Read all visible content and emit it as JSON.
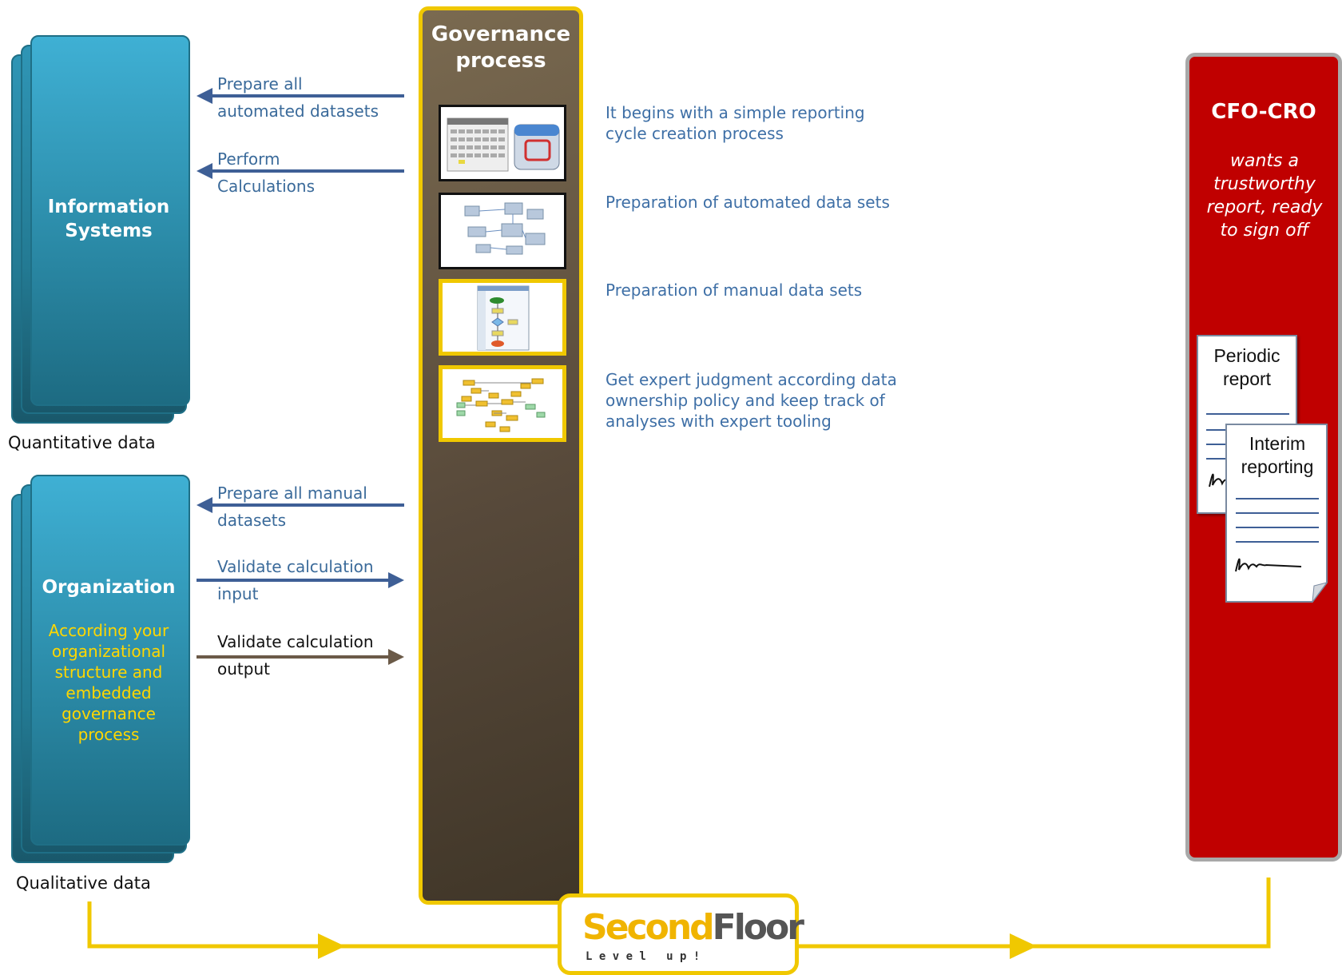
{
  "info_systems": {
    "title": "Information Systems",
    "caption": "Quantitative data"
  },
  "organization": {
    "title": "Organization",
    "subtitle": "According your organizational structure and embedded governance process",
    "caption": "Qualitative data"
  },
  "arrows": [
    {
      "line1": "Prepare all",
      "line2": "automated datasets",
      "direction": "left"
    },
    {
      "line1": "Perform",
      "line2": "Calculations",
      "direction": "left"
    },
    {
      "line1": "Prepare all manual",
      "line2": "datasets",
      "direction": "left"
    },
    {
      "line1": "Validate calculation",
      "line2": "input",
      "direction": "right"
    },
    {
      "line1": "Validate calculation",
      "line2": "output",
      "direction": "right"
    }
  ],
  "governance": {
    "title": "Governance process"
  },
  "steps": [
    {
      "text": "It begins with a simple reporting cycle creation process"
    },
    {
      "text": "Preparation of automated data sets"
    },
    {
      "text": "Preparation of manual data sets"
    },
    {
      "text": "Get expert judgment according data ownership policy and keep track of analyses with expert tooling"
    }
  ],
  "cfo": {
    "title": "CFO-CRO",
    "subtitle": "wants a trustworthy report, ready to sign off",
    "docs": [
      "Periodic report",
      "Interim reporting"
    ]
  },
  "logo": {
    "brand_first": "Second",
    "brand_second": "Floor",
    "tagline": "L e v e l   u p !"
  },
  "colors": {
    "teal": "#2b8ba8",
    "gold": "#f0c800",
    "red": "#c00000",
    "arrow_blue": "#3e5f96",
    "arrow_brown": "#6b5a48"
  }
}
